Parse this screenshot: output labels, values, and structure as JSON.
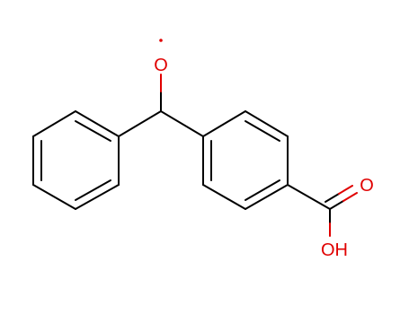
{
  "molecule": {
    "atoms": {
      "oxyl_oxygen": "O",
      "carbonyl_oxygen": "O",
      "hydroxyl_group": "OH"
    },
    "colors": {
      "bond": "#000000",
      "heteroatom": "#e00000",
      "background": "#ffffff"
    }
  }
}
